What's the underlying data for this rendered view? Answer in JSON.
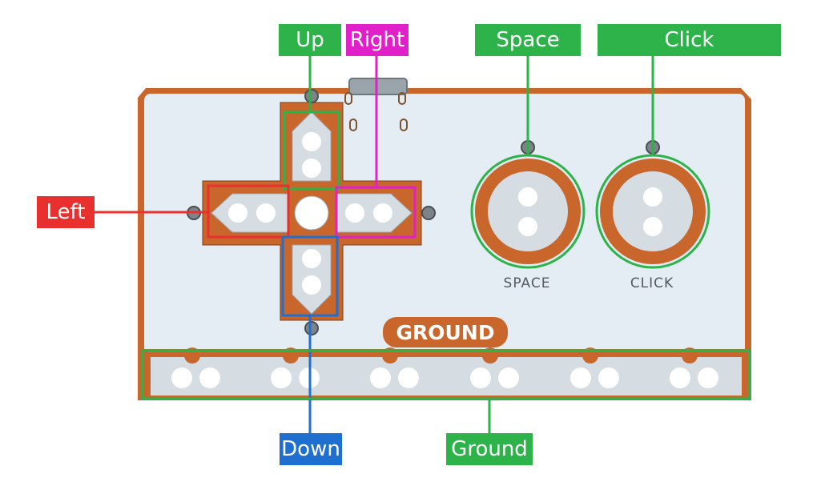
{
  "labels": {
    "up": "Up",
    "right": "Right",
    "space": "Space",
    "click": "Click",
    "left": "Left",
    "down": "Down",
    "ground": "Ground"
  },
  "board": {
    "silk_space": "SPACE",
    "silk_click": "CLICK",
    "silk_ground": "GROUND"
  },
  "colors": {
    "up": "#2db34a",
    "right": "#e020c8",
    "space": "#2db34a",
    "click": "#2db34a",
    "left": "#e8302e",
    "down": "#1f6fd0",
    "ground": "#2db34a",
    "copper": "#c9662c",
    "board": "#e4edf4"
  }
}
